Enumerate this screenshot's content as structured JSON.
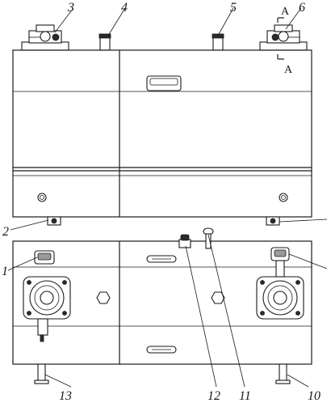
{
  "callouts": {
    "c1": "1",
    "c2": "2",
    "c3": "3",
    "c4": "4",
    "c5": "5",
    "c6": "6",
    "c10": "10",
    "c11": "11",
    "c12": "12",
    "c13": "13"
  },
  "section_marks": {
    "top": "A",
    "bottom": "A"
  }
}
